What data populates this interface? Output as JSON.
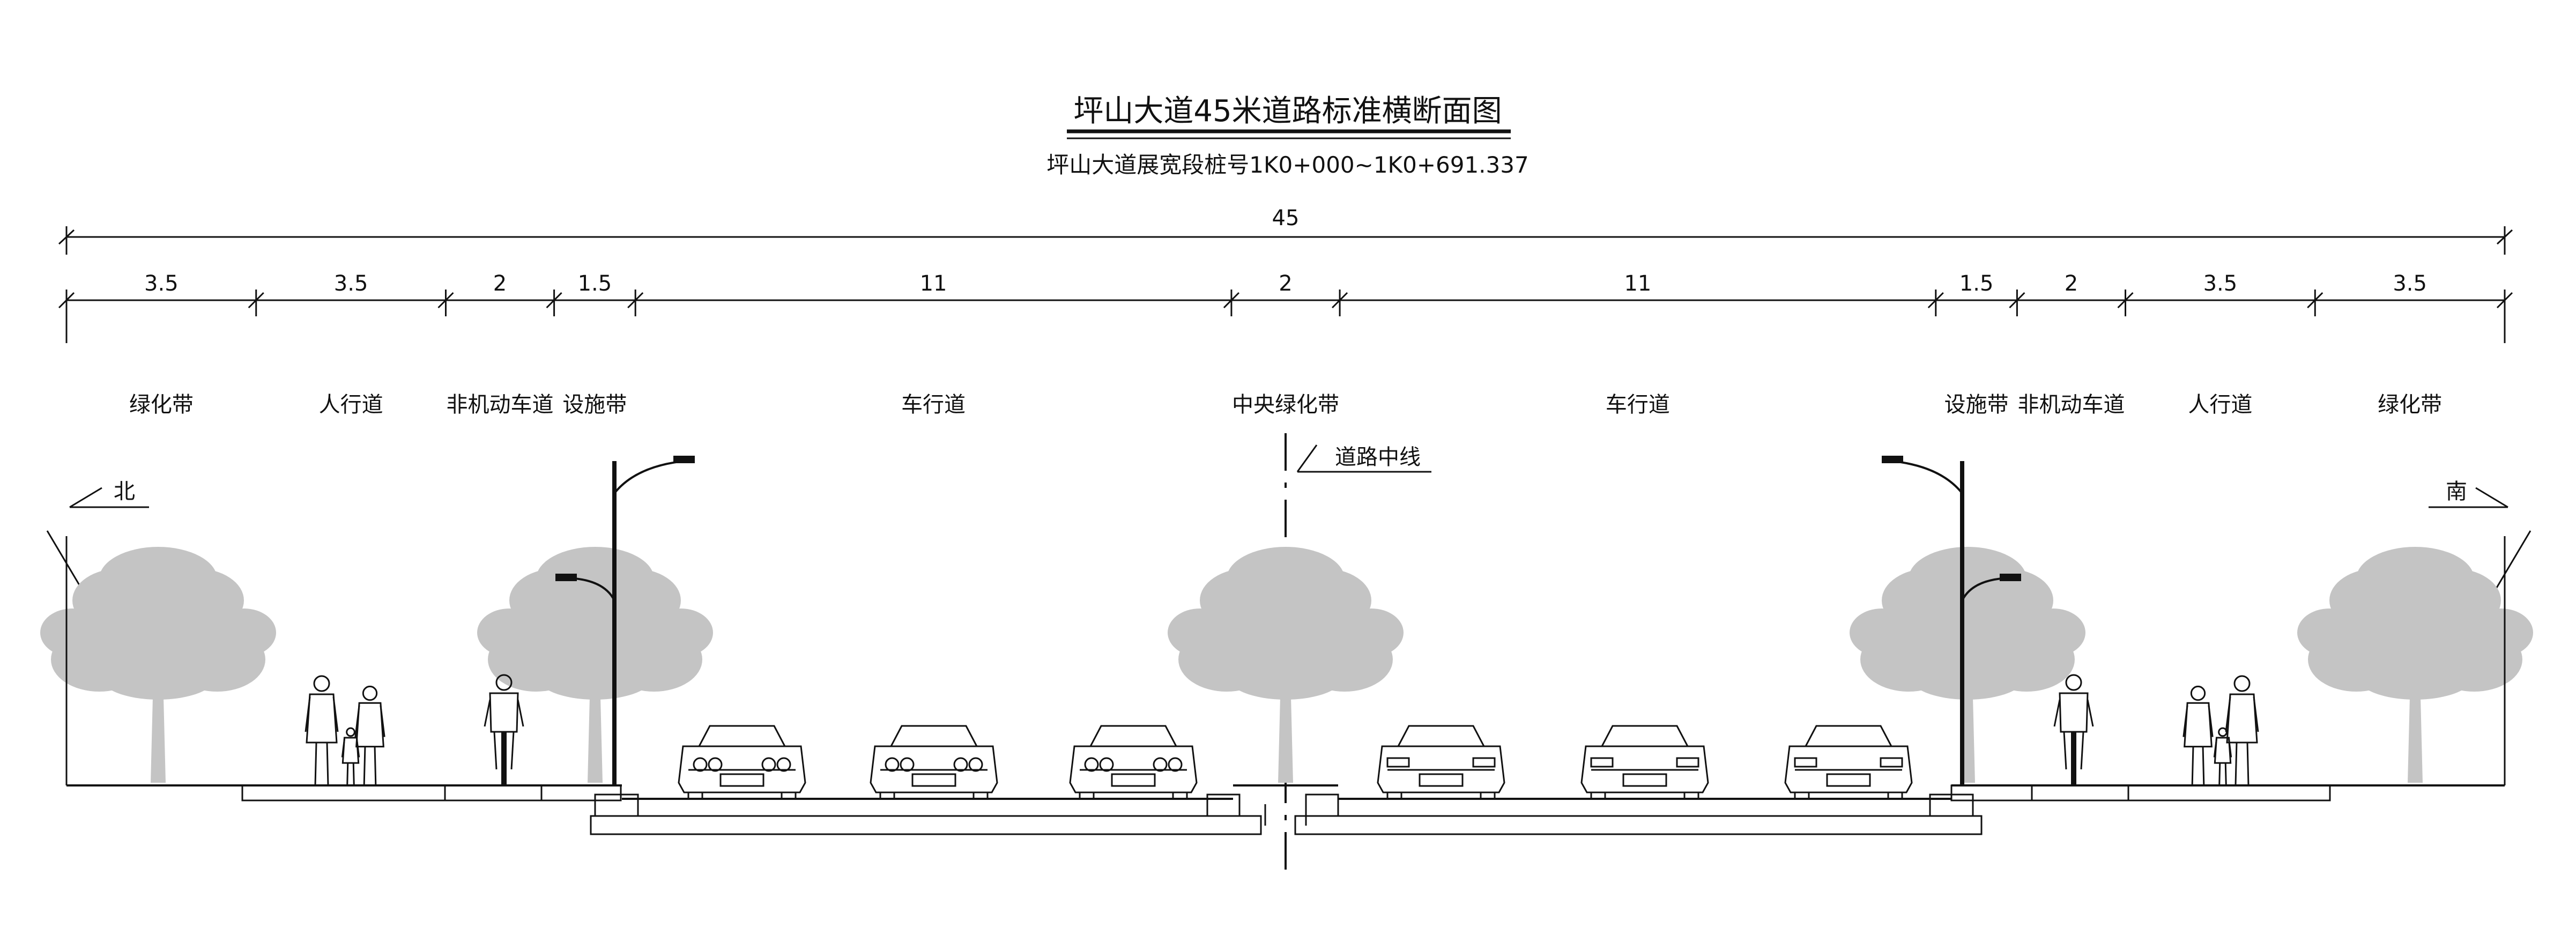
{
  "title": "坪山大道45米道路标准横断面图",
  "subtitle": "坪山大道展宽段桩号1K0+000~1K0+691.337",
  "total_width": "45",
  "segments": [
    {
      "width": "3.5",
      "label": "绿化带"
    },
    {
      "width": "3.5",
      "label": "人行道"
    },
    {
      "width": "2",
      "label": "非机动车道"
    },
    {
      "width": "1.5",
      "label": "设施带"
    },
    {
      "width": "11",
      "label": "车行道"
    },
    {
      "width": "2",
      "label": "中央绿化带"
    },
    {
      "width": "11",
      "label": "车行道"
    },
    {
      "width": "1.5",
      "label": "设施带"
    },
    {
      "width": "2",
      "label": "非机动车道"
    },
    {
      "width": "3.5",
      "label": "人行道"
    },
    {
      "width": "3.5",
      "label": "绿化带"
    }
  ],
  "centerline_label": "道路中线",
  "north_label": "北",
  "south_label": "南",
  "colors": {
    "line": "#111111",
    "tree": "#c4c4c4"
  }
}
